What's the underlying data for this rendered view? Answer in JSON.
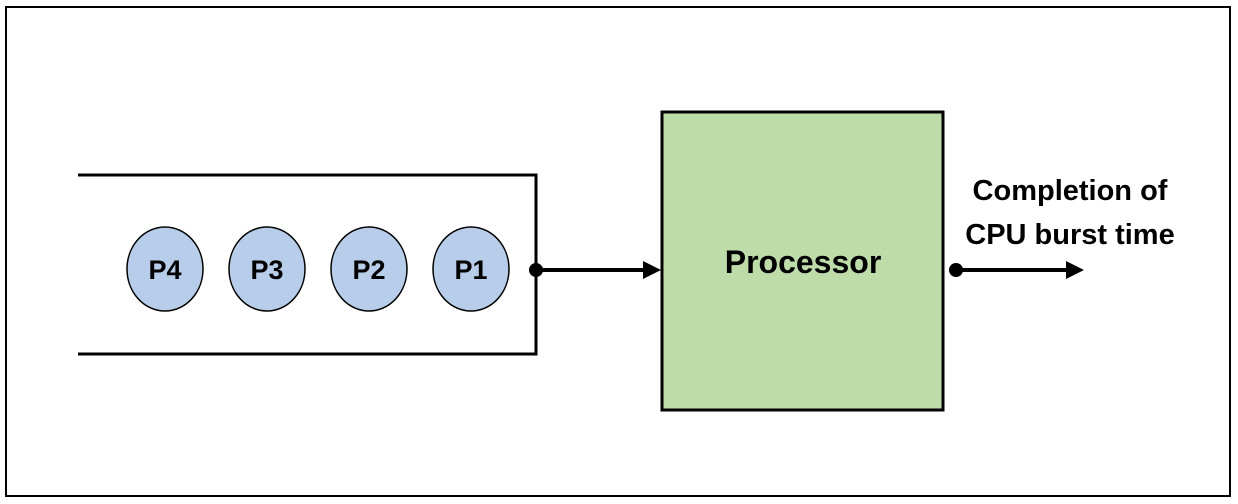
{
  "queue": {
    "processes": [
      {
        "label": "P4"
      },
      {
        "label": "P3"
      },
      {
        "label": "P2"
      },
      {
        "label": "P1"
      }
    ]
  },
  "processor": {
    "label": "Processor"
  },
  "output": {
    "line1": "Completion of",
    "line2": "CPU burst time"
  },
  "colors": {
    "process_fill": "#b7cde9",
    "processor_fill": "#bedcaa",
    "stroke": "#000000"
  }
}
